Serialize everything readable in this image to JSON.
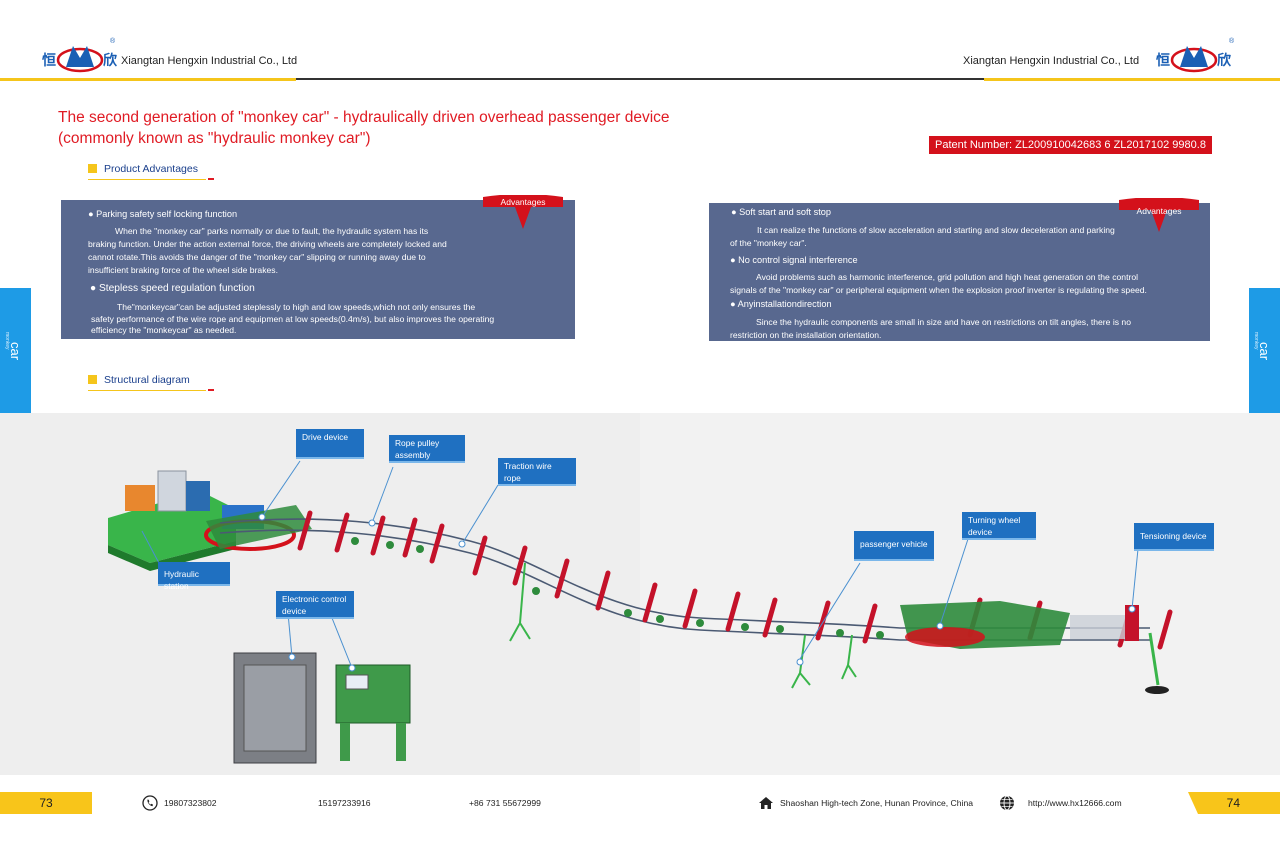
{
  "header": {
    "company_left": "Xiangtan Hengxin Industrial Co., Ltd",
    "company_right": "Xiangtan Hengxin Industrial Co., Ltd",
    "logo_icon": "hengxin-logo-icon",
    "registered_mark": "®",
    "accent_color": "#f5c51b"
  },
  "title": {
    "line1": "The second generation of \"monkey car\" - hydraulically driven overhead passenger device",
    "line2": "(commonly known as \"hydraulic monkey car\")",
    "color": "#e01b24"
  },
  "patent": "Patent Number: ZL200910042683 6 ZL2017102 9980.8",
  "sections": {
    "advantages_heading": "Product Advantages",
    "diagram_heading": "Structural diagram"
  },
  "left_panel": {
    "badge": "Advantages",
    "bullet1": "● Parking safety self locking function",
    "b1_l1": "When the \"monkey car\" parks normally or due to fault, the hydraulic system has its",
    "b1_l2": "braking function. Under the action external force, the driving wheels are completely locked and",
    "b1_l3": "cannot rotate.This avoids the danger of the \"monkey car\" slipping  or running away due to",
    "b1_l4": "insufficient braking force of the wheel side brakes.",
    "bullet2": "● Stepless speed regulation function",
    "b2_l1": "The\"monkeycar\"can be adjusted steplessly to high and low speeds,which not only ensures the",
    "b2_l2": "safety performance of the wire rope and equipmen at low speeds(0.4m/s), but also improves the operating",
    "b2_l3": "efficiency the \"monkeycar\"  as needed."
  },
  "right_panel": {
    "badge": "Advantages",
    "bullet1": "● Soft start and soft stop",
    "b1_l1": "It can realize the functions of slow acceleration and starting and slow deceleration and parking",
    "b1_l2": "of the \"monkey car\".",
    "bullet2": "● No control signal interference",
    "b2_l1": "Avoid problems such as harmonic interference, grid pollution and high heat generation on the control",
    "b2_l2": "signals of the \"monkey car\"  or peripheral equipment when the explosion proof inverter is regulating the speed.",
    "bullet3": "● Anyinstallationdirection",
    "b3_l1": "Since the hydraulic components are small in size and have on restrictions on tilt angles, there is no",
    "b3_l2": "restriction on the installation orientation."
  },
  "side_tabs": {
    "small": "monkey",
    "big": "car",
    "color": "#1e9be6"
  },
  "diagram": {
    "callouts": {
      "drive": "Drive device",
      "rope_pulley_1": "Rope pulley",
      "rope_pulley_2": "assembly",
      "traction_1": "Traction wire",
      "traction_2": "rope",
      "hydraulic": "Hydraulic station",
      "electronic_1": "Electronic control",
      "electronic_2": "device",
      "passenger": "passenger vehicle",
      "turning_1": "Turning wheel",
      "turning_2": "device",
      "tensioning": "Tensioning device"
    }
  },
  "footer": {
    "page_left": "73",
    "page_right": "74",
    "phone1": "19807323802",
    "phone2": "15197233916",
    "phone3": "+86 731 55672999",
    "address": "Shaoshan High-tech Zone, Hunan Province, China",
    "website": "http://www.hx12666.com",
    "phone_icon": "phone-icon",
    "home_icon": "home-icon",
    "globe_icon": "globe-icon"
  }
}
